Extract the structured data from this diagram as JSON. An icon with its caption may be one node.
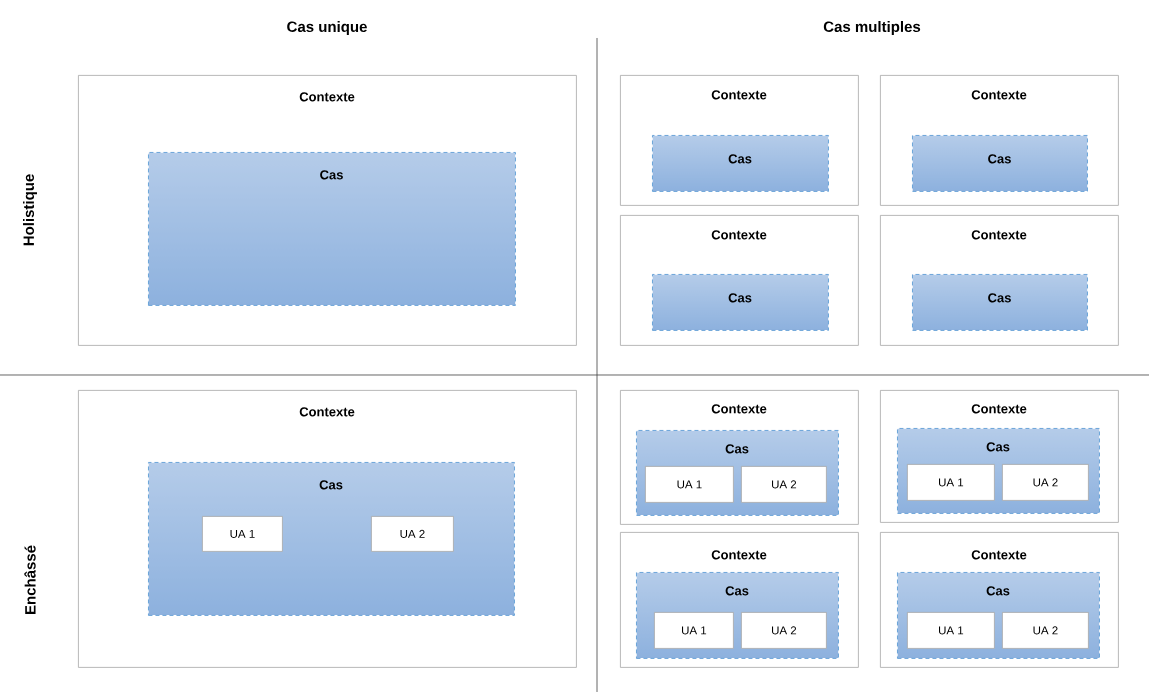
{
  "diagram": {
    "nodes": [
      {
        "text": [
          "Contexte"
        ]
      },
      {
        "text": [
          "Cas"
        ],
        "in": 0
      },
      {
        "text": [
          "Contexte"
        ]
      },
      {
        "text": [
          "Cas"
        ],
        "in": 2
      },
      {
        "text": [
          "Contexte"
        ]
      },
      {
        "text": [
          "Cas"
        ],
        "in": 4
      },
      {
        "text": [
          "Contexte"
        ]
      },
      {
        "text": [
          "Cas"
        ],
        "in": 6
      },
      {
        "text": [
          "Contexte"
        ]
      },
      {
        "text": [
          "Cas"
        ],
        "in": 8
      },
      {
        "text": [
          "Contexte"
        ]
      },
      {
        "text": [
          "Cas"
        ],
        "in": 10
      },
      {
        "text": [
          "UA 1"
        ],
        "in": 11
      },
      {
        "text": [
          "UA 2"
        ],
        "in": 11
      },
      {
        "text": [
          "Contexte"
        ]
      },
      {
        "text": [
          "Cas"
        ],
        "in": 14
      },
      {
        "text": [
          "UA 1"
        ],
        "in": 15
      },
      {
        "text": [
          "UA 2"
        ],
        "in": 15
      },
      {
        "text": [
          "Contexte"
        ]
      },
      {
        "text": [
          "Cas"
        ],
        "in": 18
      },
      {
        "text": [
          "UA 1"
        ],
        "in": 19
      },
      {
        "text": [
          "UA 2"
        ],
        "in": 19
      },
      {
        "text": [
          "Contexte"
        ]
      },
      {
        "text": [
          "Cas"
        ],
        "in": 22
      },
      {
        "text": [
          "UA 1"
        ],
        "in": 23
      },
      {
        "text": [
          "UA 2"
        ],
        "in": 23
      },
      {
        "text": [
          "Contexte"
        ]
      },
      {
        "text": [
          "Cas"
        ],
        "in": 26
      },
      {
        "text": [
          "UA 1"
        ],
        "in": 27
      },
      {
        "text": [
          "UA 2"
        ],
        "in": 27
      }
    ],
    "labels": [
      "Cas unique",
      "Cas multiples",
      "Holistique",
      "Enchâssé"
    ]
  }
}
